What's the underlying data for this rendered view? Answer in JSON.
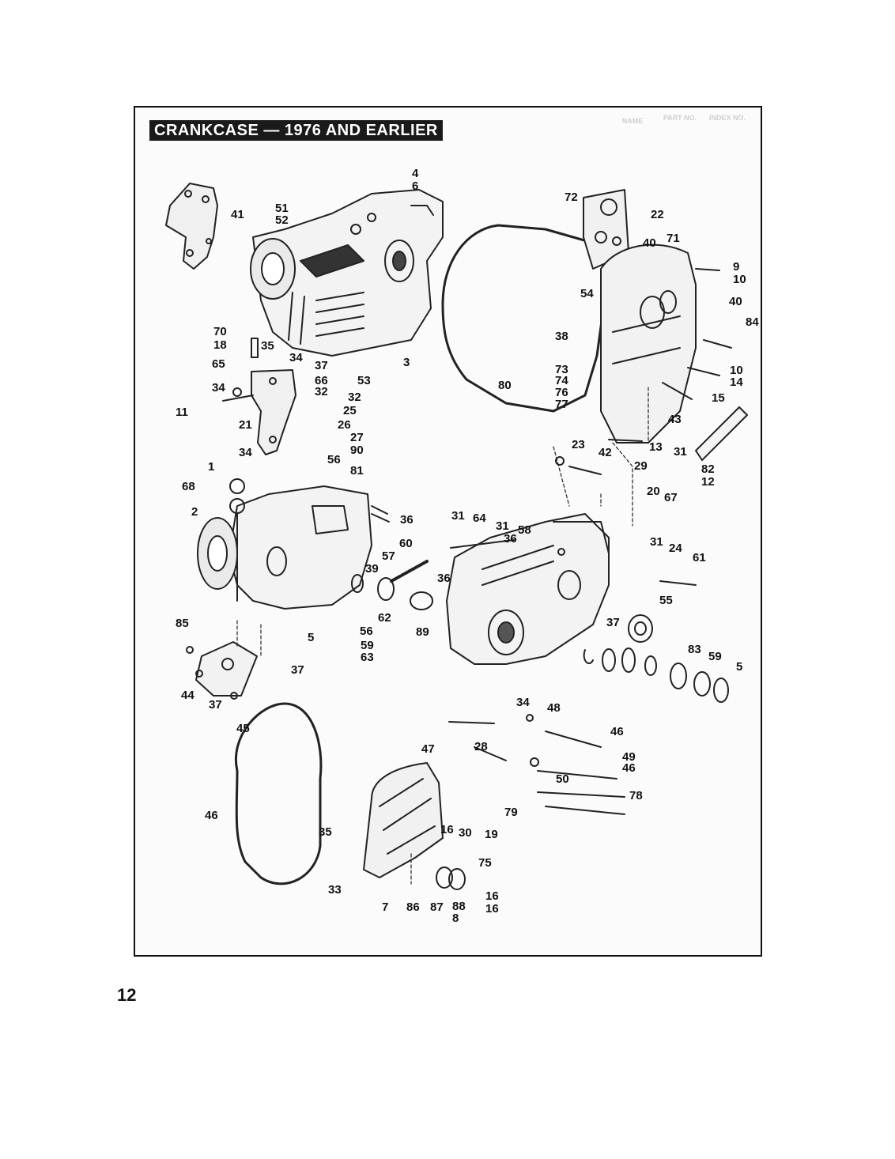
{
  "title": "CRANKCASE — 1976 AND EARLIER",
  "page_number": "12",
  "header_columns": {
    "name": "NAME",
    "part_no": "PART NO.",
    "index_no": "INDEX NO."
  },
  "callouts": [
    "4",
    "6",
    "41",
    "51",
    "52",
    "72",
    "22",
    "71",
    "9",
    "10",
    "40",
    "40",
    "84",
    "54",
    "38",
    "70",
    "18",
    "35",
    "34",
    "37",
    "3",
    "73",
    "74",
    "76",
    "77",
    "80",
    "10",
    "14",
    "15",
    "53",
    "65",
    "66",
    "32",
    "34",
    "32",
    "25",
    "11",
    "43",
    "21",
    "26",
    "27",
    "90",
    "13",
    "31",
    "23",
    "42",
    "34",
    "56",
    "81",
    "82",
    "12",
    "29",
    "20",
    "67",
    "1",
    "68",
    "2",
    "36",
    "31",
    "64",
    "31",
    "36",
    "58",
    "57",
    "60",
    "39",
    "36",
    "31",
    "24",
    "61",
    "62",
    "55",
    "89",
    "56",
    "5",
    "59",
    "37",
    "85",
    "63",
    "83",
    "59",
    "5",
    "37",
    "44",
    "37",
    "45",
    "34",
    "48",
    "46",
    "47",
    "28",
    "49",
    "46",
    "50",
    "78",
    "46",
    "79",
    "35",
    "16",
    "30",
    "19",
    "75",
    "33",
    "7",
    "86",
    "87",
    "88",
    "8",
    "16"
  ],
  "colors": {
    "ink": "#111111",
    "sheet": "#fbfbfb",
    "title_bg": "#1a1a1a",
    "ghost": "#dedede"
  }
}
